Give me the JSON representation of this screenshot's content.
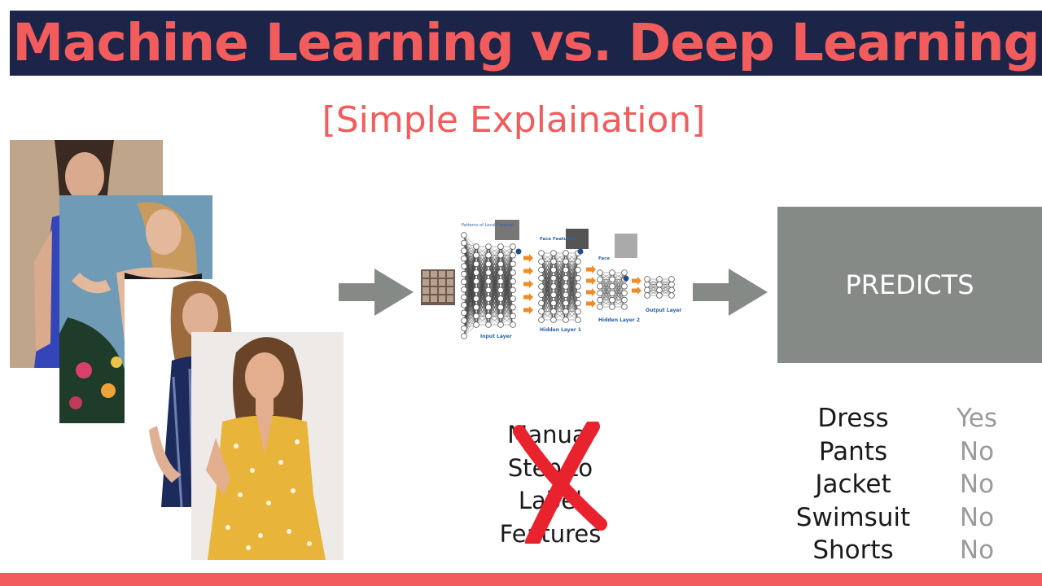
{
  "title": "Machine Learning vs. Deep Learning",
  "subtitle": "[Simple Explaination]",
  "neural_network": {
    "labels": {
      "patterns": "Patterns of Local Contrast",
      "face_features": "Face Features",
      "face": "Face",
      "input_layer": "Input Layer",
      "hidden_layer_1": "Hidden Layer 1",
      "hidden_layer_2": "Hidden Layer 2",
      "output_layer": "Output Layer"
    }
  },
  "predicts_label": "PREDICTS",
  "manual_text": [
    "Manual",
    "Step to",
    "Label",
    "Features"
  ],
  "results": [
    {
      "label": "Dress",
      "value": "Yes"
    },
    {
      "label": "Pants",
      "value": "No"
    },
    {
      "label": "Jacket",
      "value": "No"
    },
    {
      "label": "Swimsuit",
      "value": "No"
    },
    {
      "label": "Shorts",
      "value": "No"
    }
  ],
  "colors": {
    "accent": "#f25c5c",
    "title_bar": "#1c2447",
    "predict_box": "#858a87",
    "arrow": "#858a87",
    "nn_orange": "#f08a24",
    "nn_blue": "#2b63a8",
    "cross": "#e8232e"
  }
}
